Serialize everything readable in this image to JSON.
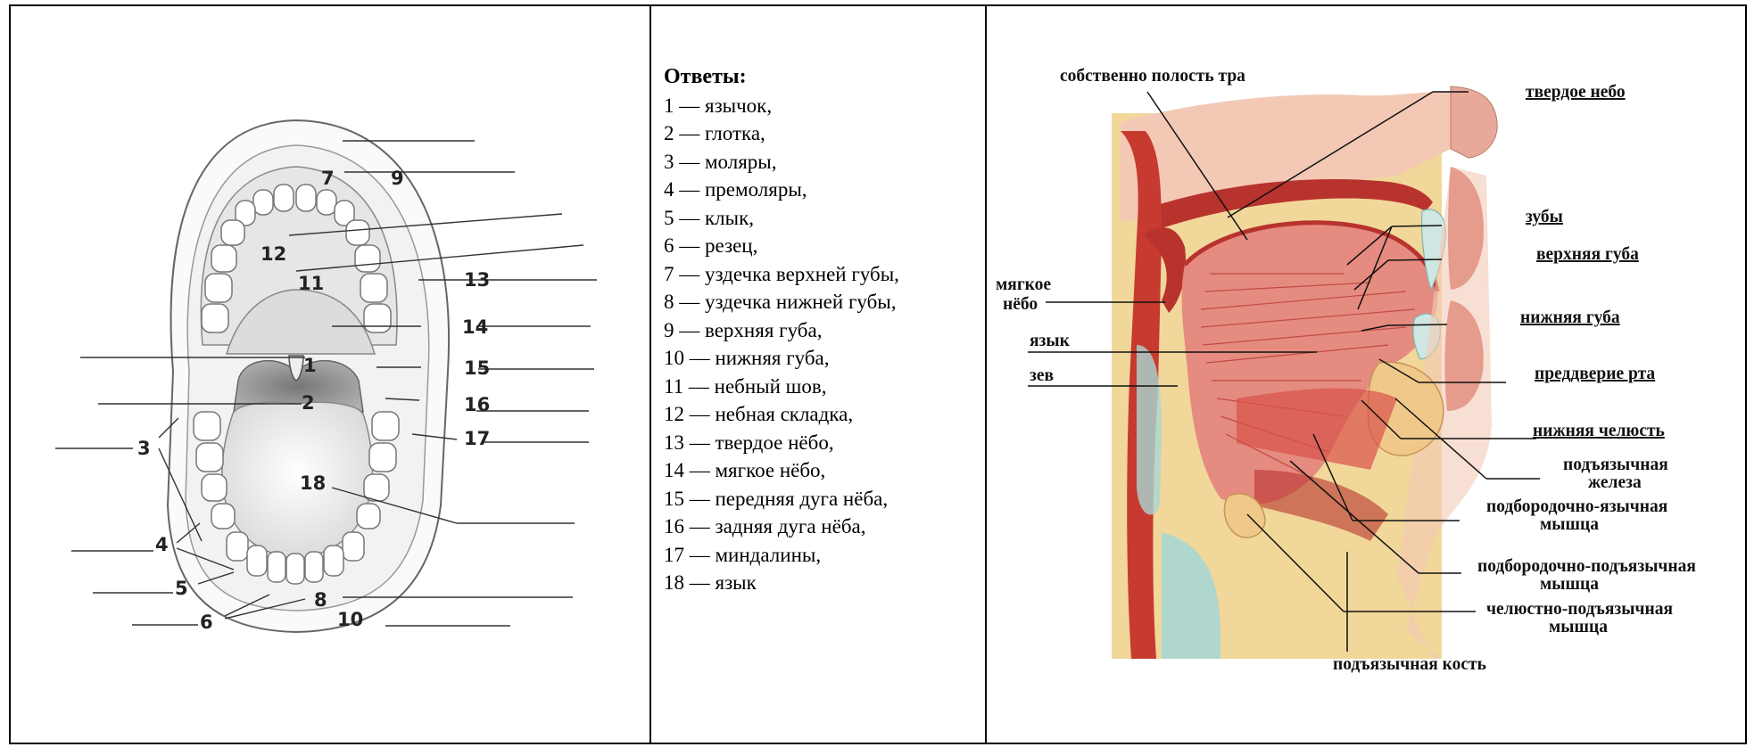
{
  "left_diagram": {
    "numbers": [
      "7",
      "9",
      "12",
      "11",
      "13",
      "14",
      "1",
      "15",
      "2",
      "16",
      "17",
      "3",
      "18",
      "4",
      "5",
      "6",
      "8",
      "10"
    ]
  },
  "answers": {
    "heading": "Ответы:",
    "items": [
      "1 — язычок,",
      "2 — глотка,",
      "3 — моляры,",
      "4 — премоляры,",
      "5 — клык,",
      "6 — резец,",
      "7 — уздечка верхней губы,",
      "8 — уздечка нижней губы,",
      "9 — верхняя губа,",
      "10 — нижняя губа,",
      "11 — небный шов,",
      "12 — небная складка,",
      "13 — твердое нёбо,",
      "14 — мягкое нёбо,",
      "15 — передняя дуга нёба,",
      "16 — задняя дуга нёба,",
      "17 — миндалины,",
      "18 — язык"
    ]
  },
  "right_diagram": {
    "labels": {
      "oral_cavity": "собственно полость тра",
      "hard_palate": "твердое небо",
      "teeth": "зубы",
      "upper_lip": "верхняя губа",
      "soft_palate_1": "мягкое",
      "soft_palate_2": "нёбо",
      "lower_lip": "нижняя губа",
      "tongue": "язык",
      "fauces": "зев",
      "vestibule": "преддверие рта",
      "mandible": "нижняя челюсть",
      "sublingual_gland_1": "подъязычная",
      "sublingual_gland_2": "железа",
      "genioglossus_1": "подбородочно-язычная",
      "genioglossus_2": "мышца",
      "geniohyoid_1": "подбородочно-подъязычная",
      "geniohyoid_2": "мышца",
      "mylohyoid_1": "челюстно-подъязычная",
      "mylohyoid_2": "мышца",
      "hyoid_bone": "подъязычная кость"
    },
    "colors": {
      "muscle": "#b8332e",
      "muscle_light": "#e58b80",
      "mucosa": "#d9534a",
      "fat": "#f1d79a",
      "bone": "#a9d7d4",
      "skin": "#f3c9b6"
    }
  }
}
